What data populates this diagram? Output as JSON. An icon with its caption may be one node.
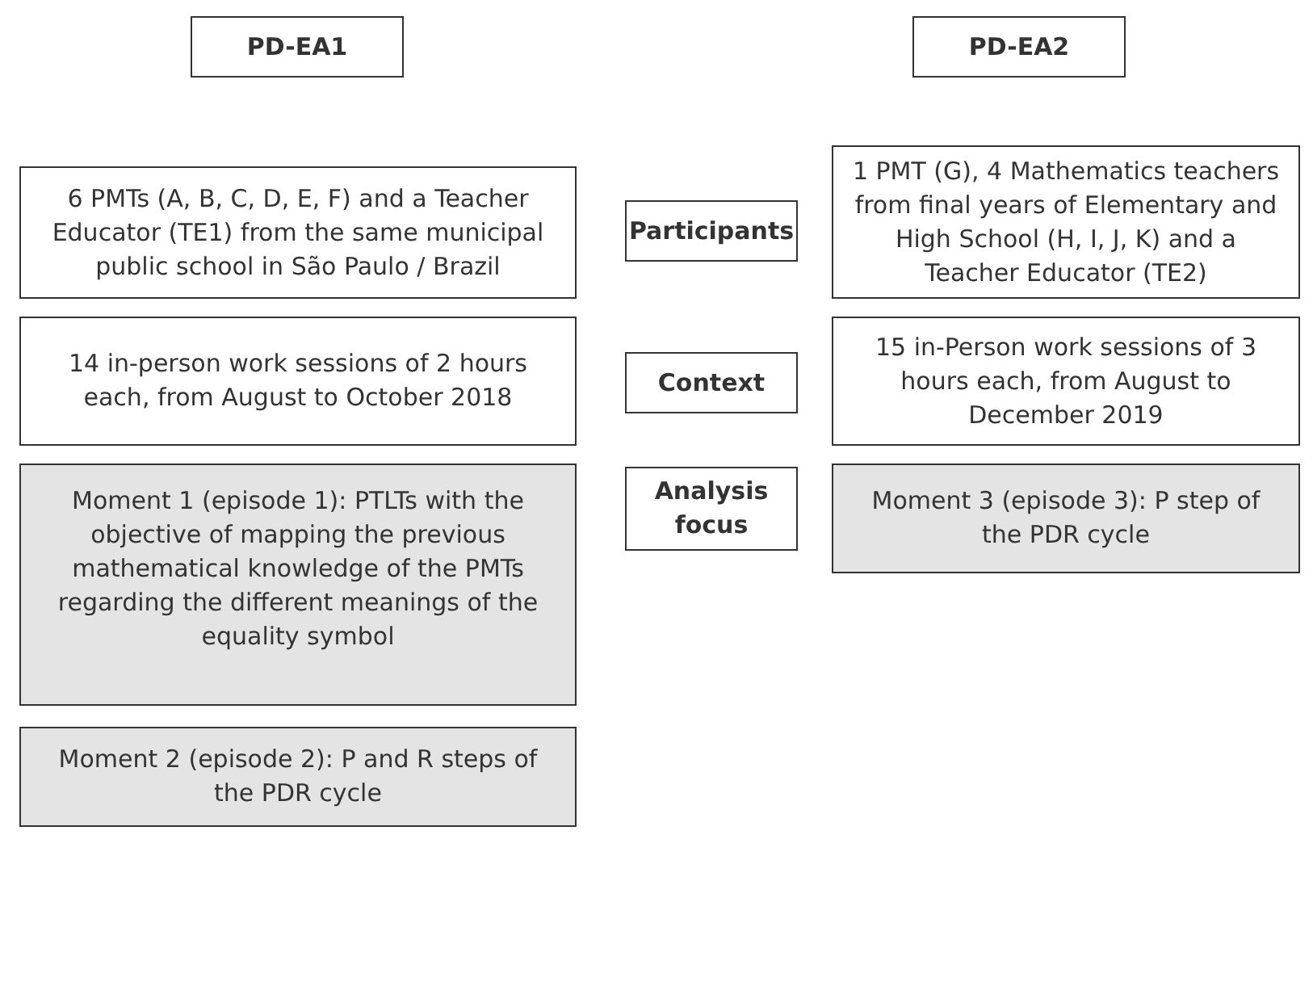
{
  "diagram": {
    "nodes": [
      {
        "text": [
          "PD-EA1"
        ]
      },
      {
        "text": [
          "PD-EA2"
        ]
      },
      {
        "text": [
          "6 PMTs (A, B, C, D, E, F) and a Teacher Educator (TE1) from the same municipal public school in São Paulo / Brazil"
        ]
      },
      {
        "text": [
          "Participants"
        ]
      },
      {
        "text": [
          "1 PMT (G), 4 Mathematics teachers from final years of Elementary and High School (H, I, J, K) and a Teacher Educator (TE2)"
        ]
      },
      {
        "text": [
          "14 in-person work sessions of 2 hours each, from August to October 2018"
        ]
      },
      {
        "text": [
          "Context"
        ]
      },
      {
        "text": [
          "15 in-Person work sessions of 3 hours each, from August to December 2019"
        ]
      },
      {
        "text": [
          "Moment 1 (episode 1): PTLTs with the objective of mapping the previous mathematical knowledge of the PMTs regarding the different meanings of the equality symbol"
        ]
      },
      {
        "text": [
          "Analysis focus"
        ]
      },
      {
        "text": [
          "Moment 3 (episode 3): P step of the PDR cycle"
        ]
      },
      {
        "text": [
          "Moment 2 (episode 2): P and R steps of the PDR cycle"
        ]
      }
    ]
  }
}
